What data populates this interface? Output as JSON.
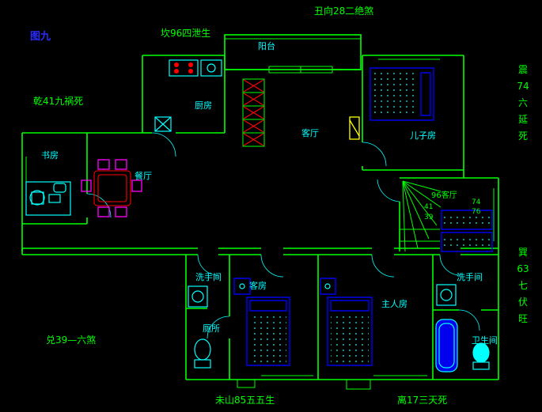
{
  "colors": {
    "bg": "#000000",
    "green": "#00ff00",
    "cyan": "#00ffff",
    "blue": "#0000ee",
    "red": "#ff0000",
    "magenta": "#ff00ff",
    "yellow": "#ffff00",
    "blue-text": "#2b2bff"
  },
  "annotations": {
    "figure_no": "图九",
    "top": "丑向28二绝煞",
    "kan": "坎96四泄生",
    "qian": "乾41九祸死",
    "dui": "兑39—六煞",
    "wei": "未山85五五生",
    "li": "离17三天死",
    "zhen": [
      "震",
      "74",
      "六",
      "延",
      "死"
    ],
    "xun": [
      "巽",
      "63",
      "七",
      "伏",
      "旺"
    ],
    "stair_label": "96客厅",
    "stair_numbers": {
      "n41": "41",
      "n39": "39",
      "n74": "74",
      "n76": "76"
    }
  },
  "rooms": {
    "balcony": "阳台",
    "kitchen": "厨房",
    "living": "客厅",
    "son_room": "儿子房",
    "study": "书房",
    "dining": "餐厅",
    "bath_left": "洗手间",
    "guest_room": "客房",
    "master_room": "主人房",
    "bath_right": "洗手间",
    "toilet": "厕所",
    "bathroom_br": "卫生间"
  }
}
